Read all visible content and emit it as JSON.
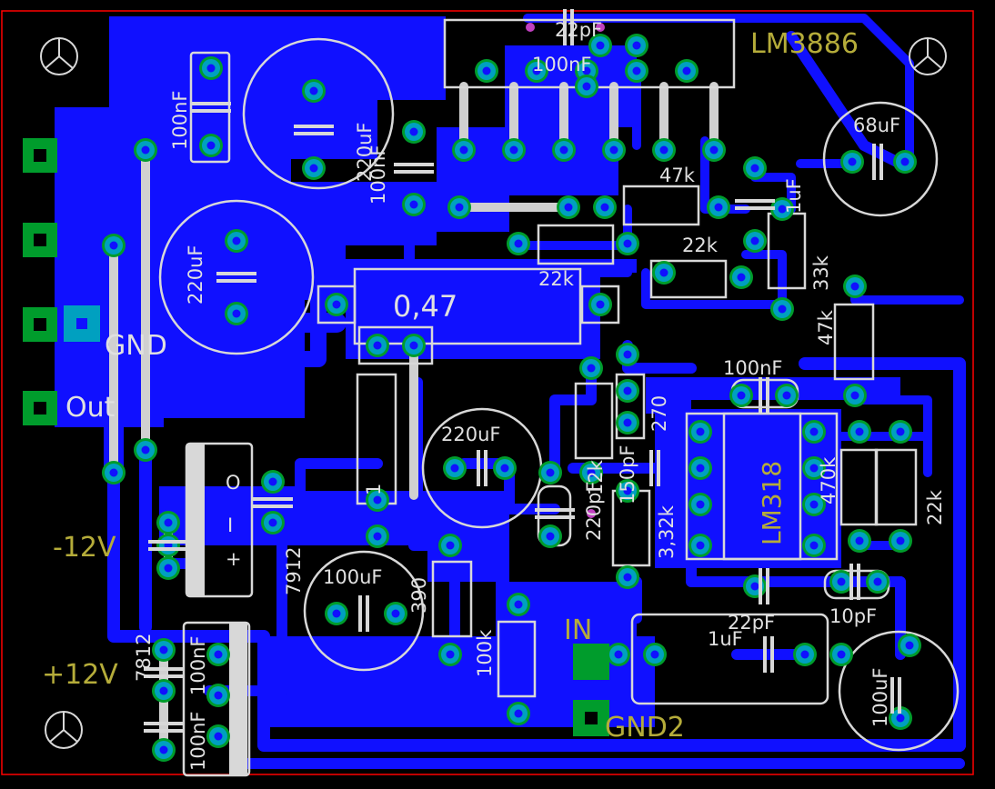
{
  "colors": {
    "background": "#000000",
    "copper": "#1010ff",
    "pad": "#00a0c0",
    "pad_ring": "#009c2c",
    "silkscreen": "#d8d8d8",
    "net_label": "#b5ac3a",
    "via_hole": "#c040c0",
    "outline": "#ff0000"
  },
  "labels": {
    "lm3886": "LM3886",
    "lm318": "LM318",
    "reg_7912": "7912",
    "reg_7812": "7812",
    "shunt": "0,47",
    "c_100nf_top_a": "100nF",
    "c_100nf_top_b": "100nF",
    "c_100nf_left": "100nF",
    "c_100nf_diag": "100nF",
    "c_220uf_top": "220uF",
    "c_220uf_left": "220uF",
    "c_220uf_mid": "220uF",
    "c_68uf": "68uF",
    "c_100uf_left": "100uF",
    "c_100uf_right": "100uF",
    "c_100nf_lm318": "100nF",
    "c_22pf_top": "22pF",
    "c_22pf_bot": "22pF",
    "c_220pf": "220pF",
    "c_150pf": "150pF",
    "c_10pf": "10pF",
    "c_1uf_top": "1uF",
    "c_1uf_in": "1uF",
    "c_100nf_7812": "100nF",
    "c_100nf_7812b": "100nF",
    "r_47k_top": "47k",
    "r_47k_right": "47k",
    "r_22k_a": "22k",
    "r_22k_b": "22k",
    "r_22k_c": "22k",
    "r_33k": "33k",
    "r_270": "270",
    "r_12k": "12k",
    "r_332k": "3,32k",
    "r_470k": "470k",
    "r_390": "390",
    "r_100k": "100k",
    "r_1": "1"
  },
  "nets": {
    "gnd": "GND",
    "out": "Out",
    "minus12": "-12V",
    "plus12": "+12V",
    "in": "IN",
    "gnd2": "GND2"
  },
  "pins": {
    "p1": "O",
    "p2": "I",
    "p3": "+"
  }
}
